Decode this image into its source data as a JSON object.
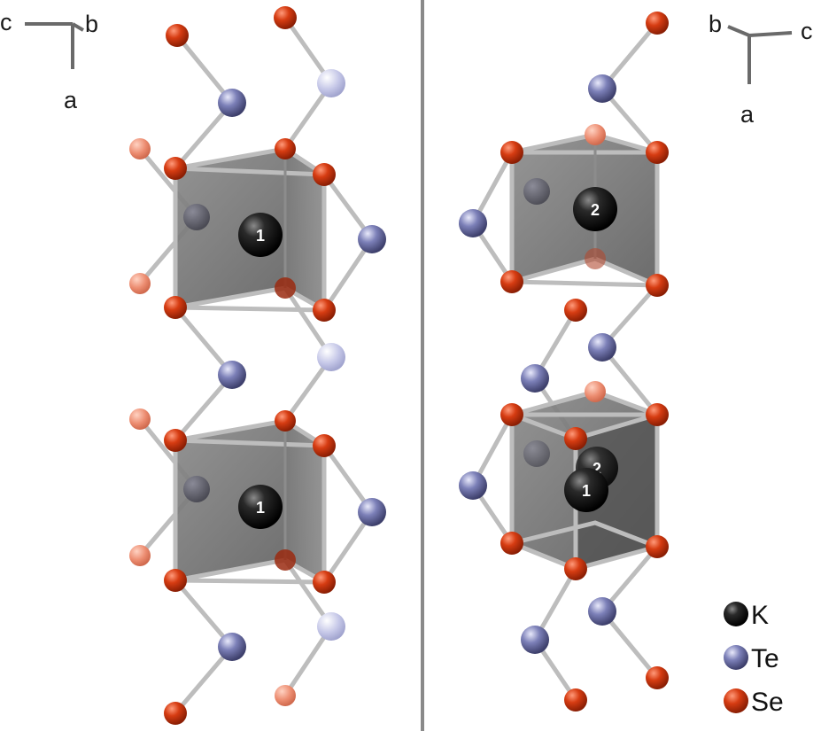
{
  "left_panel": {
    "axes": {
      "c": "c",
      "b": "b",
      "a": "a"
    },
    "potassium_labels": [
      "1",
      "1"
    ]
  },
  "right_panel": {
    "axes": {
      "b": "b",
      "c": "c",
      "a": "a"
    },
    "potassium_labels": [
      "2",
      "2",
      "1"
    ]
  },
  "legend": [
    {
      "symbol": "K",
      "label": "K",
      "color": "#1a1a1a"
    },
    {
      "symbol": "Te",
      "label": "Te",
      "color": "#7c80b8"
    },
    {
      "symbol": "Se",
      "label": "Se",
      "color": "#d4360e"
    }
  ],
  "colors": {
    "selenium": "#d4360e",
    "tellurium": "#7c80b8",
    "potassium": "#1a1a1a",
    "bond": "#c9c9c9",
    "polyhedron": "#6f6f6f",
    "divider": "#8a8a8a"
  }
}
